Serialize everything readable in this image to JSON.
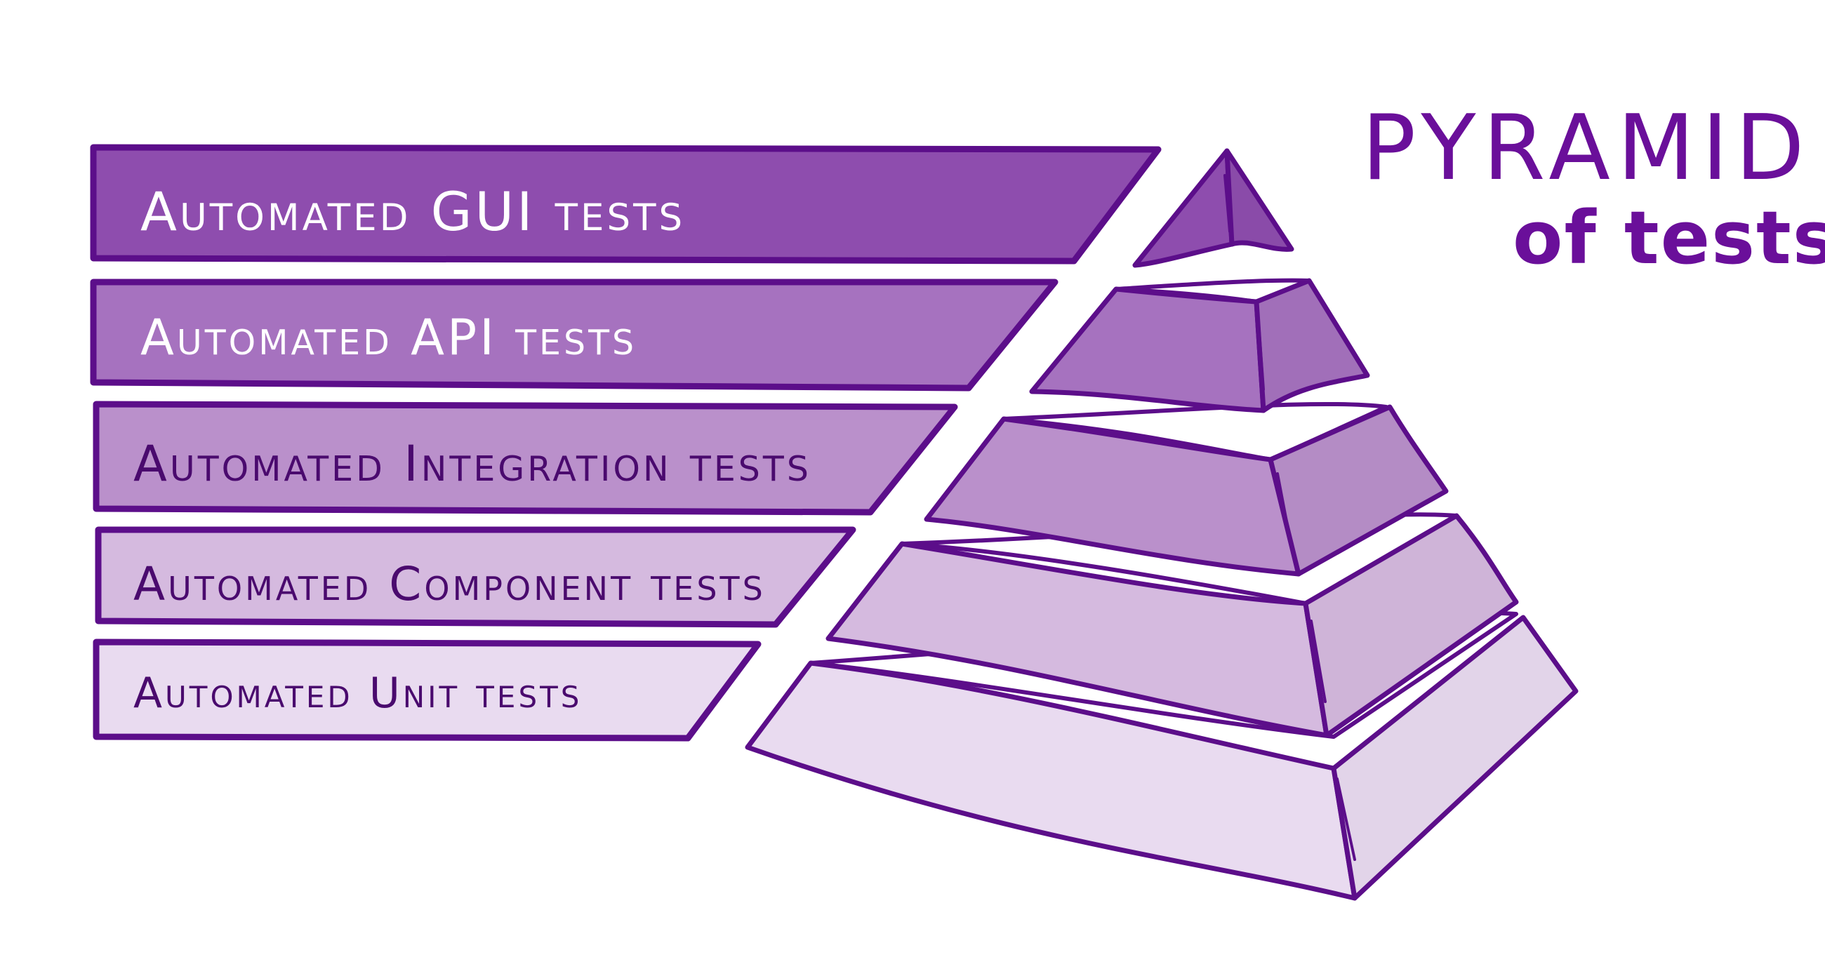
{
  "title": {
    "main": "PYRAMID",
    "sub": "of tests"
  },
  "layers": [
    {
      "label": "Automated GUI tests",
      "fill": "#8E4DAE",
      "text_color": "#FFFFFF"
    },
    {
      "label": "Automated API tests",
      "fill": "#A672BF",
      "text_color": "#FFFFFF"
    },
    {
      "label": "Automated Integration tests",
      "fill": "#BA90CB",
      "text_color": "#4A0A6E"
    },
    {
      "label": "Automated Component tests",
      "fill": "#D5BADF",
      "text_color": "#4A0A6E"
    },
    {
      "label": "Automated Unit tests",
      "fill": "#E9DBF0",
      "text_color": "#4A0A6E"
    }
  ],
  "colors": {
    "outline": "#5C0E8A",
    "title": "#6A0F9A",
    "background": "#FFFFFF"
  }
}
